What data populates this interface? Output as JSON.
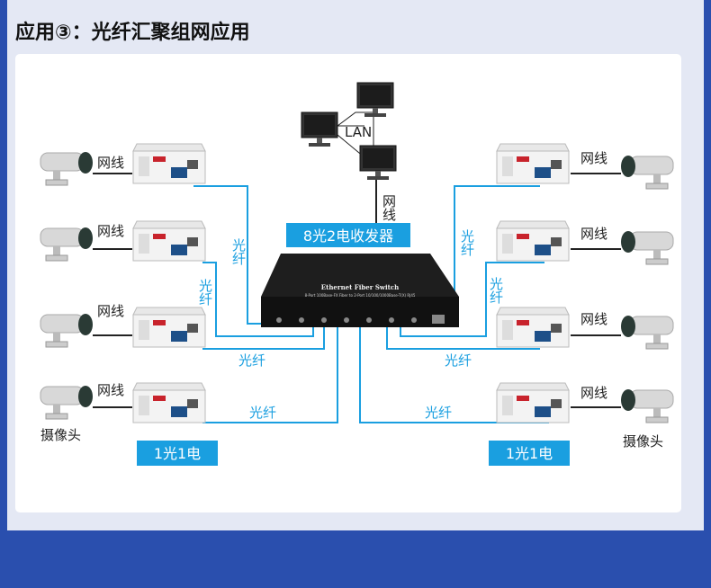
{
  "title": "应用③：光纤汇聚组网应用",
  "diagram": {
    "lan_label": "LAN",
    "uplink_cable": "网线",
    "switch_label": "8光2电收发器",
    "switch_name": "Ethernet Fiber Switch",
    "switch_spec": "8-Port 100Base-FX Fiber to 2-Port 10/100/1000Base-T(X) RJ45",
    "ethernet_cable": "网线",
    "fiber": "光纤",
    "converter_label": "1光1电",
    "camera_label": "摄像头",
    "colors": {
      "fiber": "#1a9fe0",
      "label_bg": "#1a9fe0",
      "border": "#2a4fae",
      "panel": "#e4e8f4"
    }
  }
}
